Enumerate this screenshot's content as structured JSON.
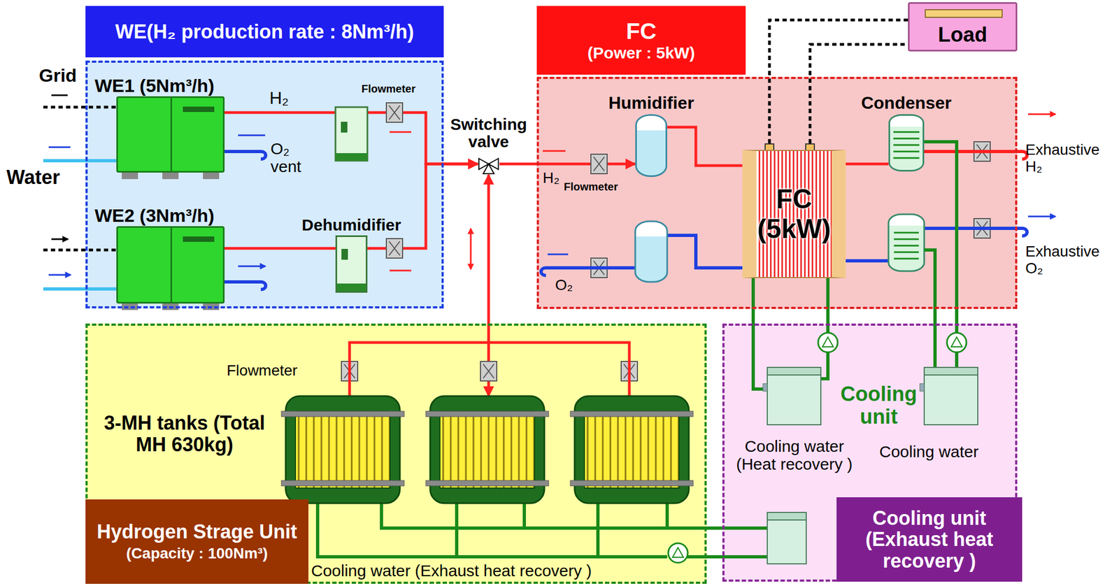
{
  "diagram": {
    "nodes": [
      {
        "text": [
          "WE(H₂ production rate : 8Nm³/h)"
        ]
      },
      {
        "text": [
          "WE1 (5Nm³/h)"
        ],
        "in": 0
      },
      {
        "text": [
          "WE2 (3Nm³/h)"
        ],
        "in": 0
      },
      {
        "text": [
          "Dehumidifier"
        ],
        "in": 0
      },
      {
        "text": [
          "Switching valve"
        ]
      },
      {
        "text": [
          "FC",
          "(Power : 5kW)"
        ]
      },
      {
        "text": [
          "Humidifier"
        ],
        "in": 5
      },
      {
        "text": [
          "FC (5kW)"
        ],
        "in": 5
      },
      {
        "text": [
          "Condenser"
        ],
        "in": 5
      },
      {
        "text": [
          "Load"
        ]
      },
      {
        "text": [
          "Hydrogen Strage Unit",
          "(Capacity : 100Nm³)"
        ]
      },
      {
        "text": [
          "3-MH tanks (Total MH 630kg)"
        ],
        "in": 10
      },
      {
        "text": [
          "Cooling unit (Exhaust heat recovery )"
        ]
      }
    ],
    "edges": [
      {
        "from": 1,
        "to": 4,
        "arrow": "to"
      },
      {
        "from": 2,
        "to": 3,
        "arrow": "none"
      },
      {
        "from": 3,
        "to": 4,
        "arrow": "to"
      },
      {
        "from": 4,
        "to": 6,
        "arrow": "to"
      },
      {
        "from": 6,
        "to": 7,
        "arrow": "none"
      },
      {
        "from": 7,
        "to": 8,
        "arrow": "none"
      },
      {
        "from": 7,
        "to": 9,
        "arrow": "none"
      },
      {
        "from": 7,
        "to": 9,
        "arrow": "none"
      },
      {
        "from": 4,
        "to": 11,
        "arrow": "both"
      }
    ],
    "labels": [
      "Grid",
      "Water",
      "H₂",
      "O₂ vent",
      "Flowmeter",
      "H₂",
      "Flowmeter",
      "O₂",
      "Exhaustive H₂",
      "Exhaustive O₂",
      "Flowmeter",
      "Cooling unit",
      "Cooling water (Heat recovery )",
      "Cooling water",
      "Cooling water (Exhaust heat recovery )"
    ]
  }
}
